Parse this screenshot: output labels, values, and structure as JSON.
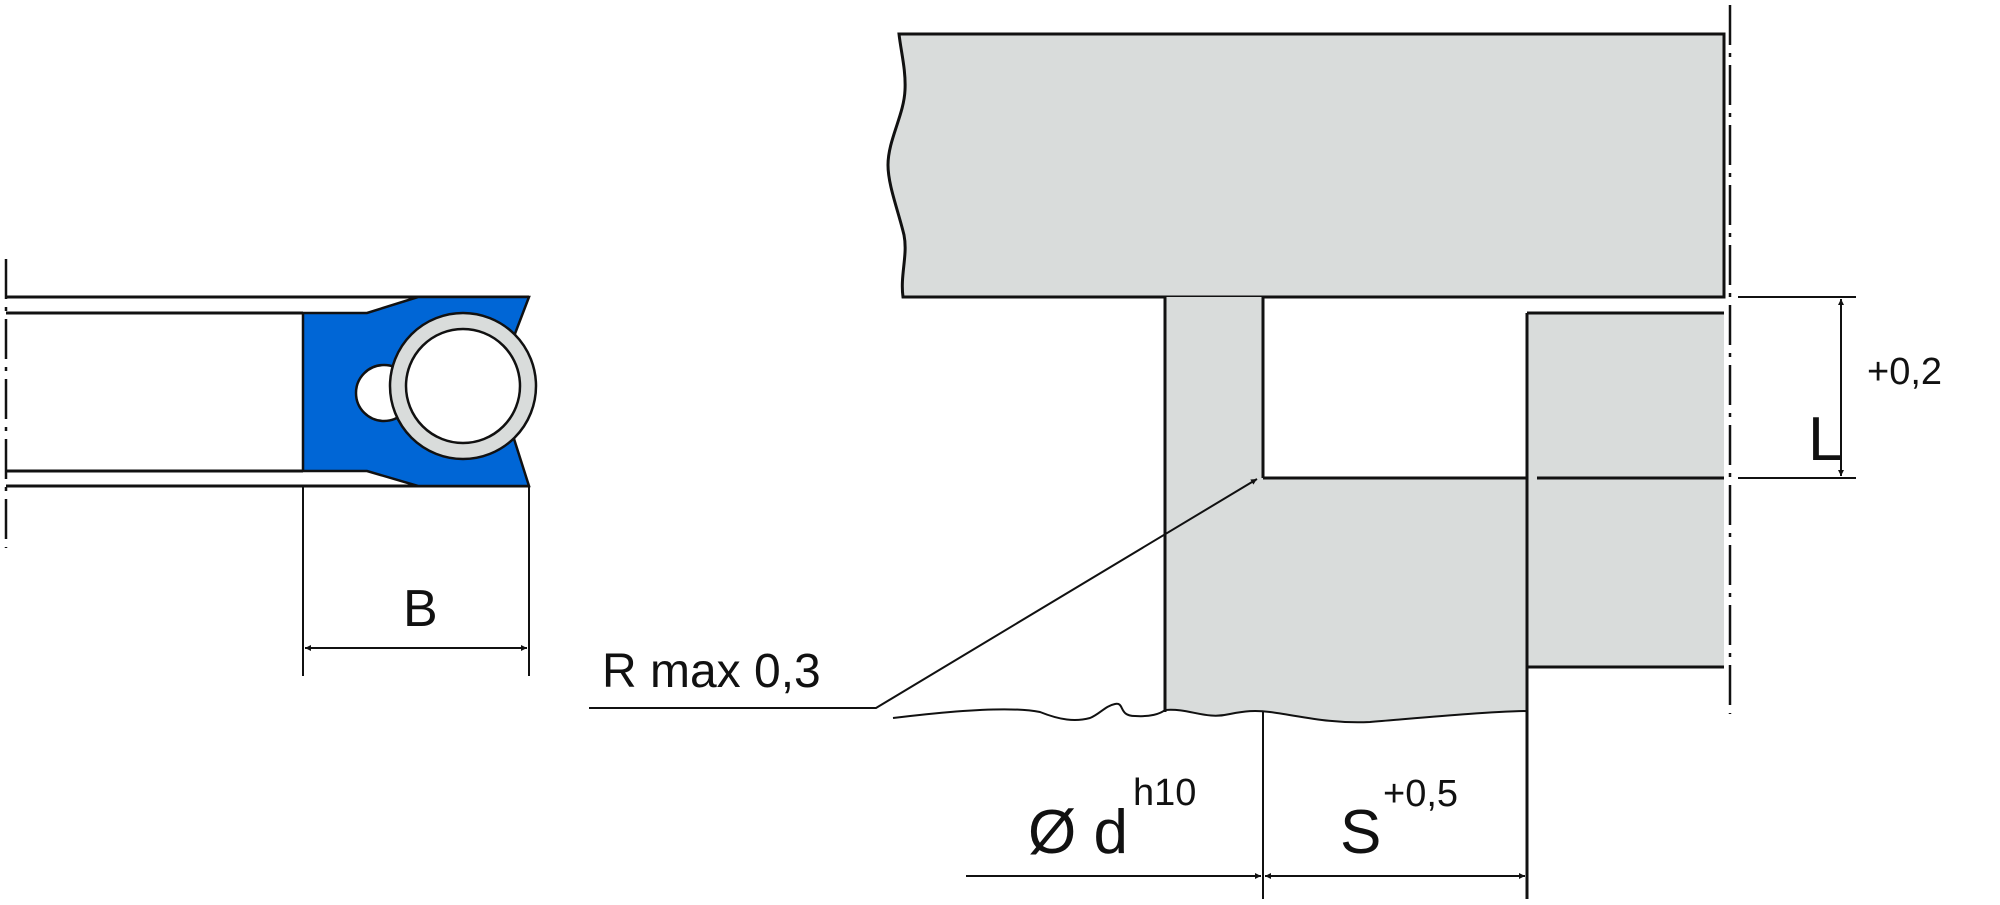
{
  "labels": {
    "width": "B",
    "radius_note": "R max 0,3",
    "groove_length": "L",
    "groove_length_tol": "+0,2",
    "shaft_diameter": "Ø d",
    "shaft_diameter_tol": "h10",
    "groove_depth": "S",
    "groove_depth_tol": "+0,5"
  },
  "colors": {
    "seal_body": "#0066d6",
    "part_fill": "#d9dcdb",
    "line": "#111111"
  }
}
